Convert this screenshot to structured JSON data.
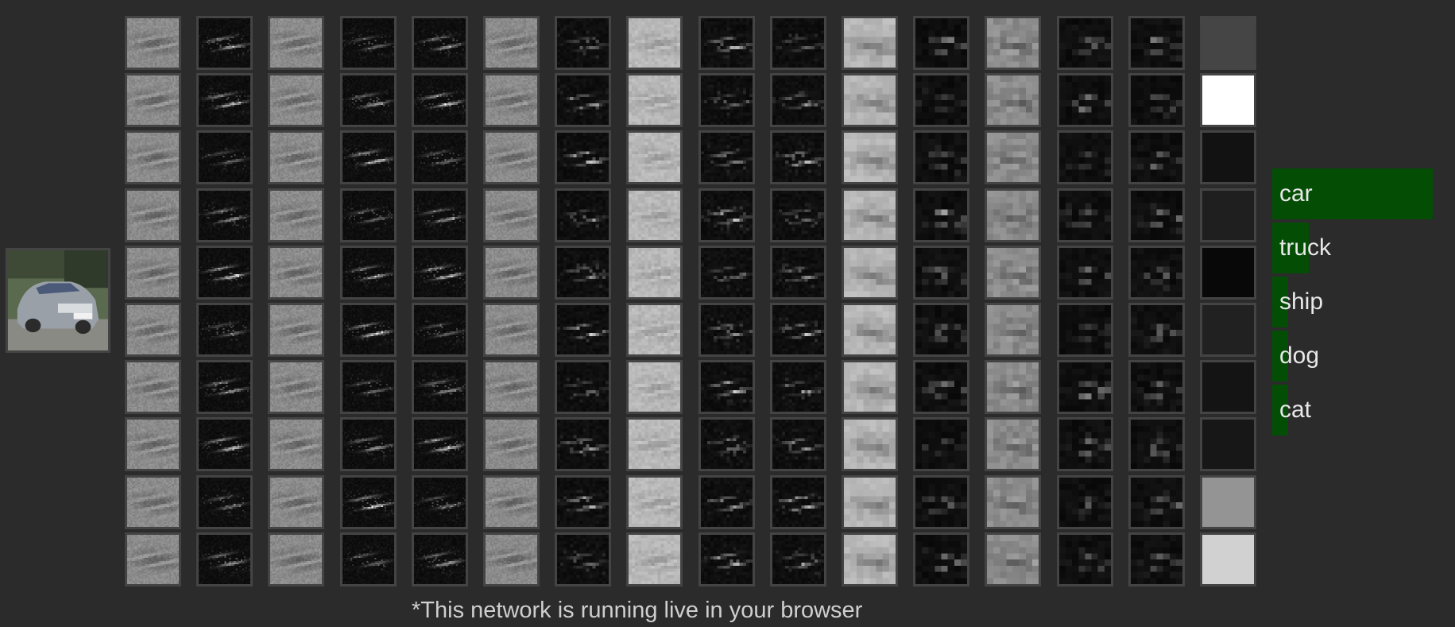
{
  "input_image": {
    "subject": "car"
  },
  "activation_grid": {
    "columns": 16,
    "rows": 10,
    "column_style": [
      "gray",
      "dark",
      "gray",
      "dark",
      "dark",
      "gray",
      "dark",
      "light",
      "dark",
      "dark",
      "light",
      "dark",
      "gray",
      "dark",
      "dark",
      "solid"
    ],
    "column_resolution": [
      32,
      32,
      32,
      32,
      32,
      32,
      16,
      16,
      16,
      16,
      8,
      8,
      8,
      8,
      8,
      1
    ],
    "final_layer_levels": [
      0.27,
      1.0,
      0.07,
      0.12,
      0.03,
      0.13,
      0.08,
      0.09,
      0.58,
      0.82
    ]
  },
  "predictions": [
    {
      "label": "car",
      "score": 1.0
    },
    {
      "label": "truck",
      "score": 0.23
    },
    {
      "label": "ship",
      "score": 0.09
    },
    {
      "label": "dog",
      "score": 0.09
    },
    {
      "label": "cat",
      "score": 0.09
    }
  ],
  "footnote": "*This network is running live in your browser"
}
